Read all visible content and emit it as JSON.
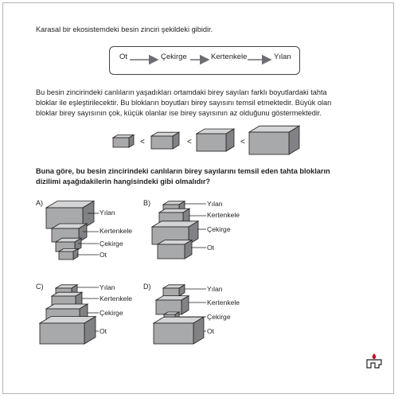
{
  "intro": "Karasal bir ekosistemdeki besin zinciri şekildeki gibidir.",
  "chain": [
    "Ot",
    "Çekirge",
    "Kertenkele",
    "Yılan"
  ],
  "paragraph": {
    "line1": "Bu besin zincirindeki canlıların yaşadıkları ortamdaki birey sayıları farklı boyutlardaki tahta",
    "line2": "bloklar ile eşleştirilecektir. Bu blokların boyutları birey sayısını temsil etmektedir. Büyük olan",
    "line3": "bloklar birey sayısının çok, küçük olanlar ise birey sayısının az olduğunu göstermektedir."
  },
  "comparison": [
    "<",
    "<",
    "<"
  ],
  "question": {
    "line1": "Buna göre, bu besin zincirindeki canlıların birey sayılarını temsil eden tahta blokların",
    "line2": "dizilimi aşağıdakilerin hangisindeki gibi olmalıdır?"
  },
  "options": [
    {
      "letter": "A)",
      "labels": [
        "Yılan",
        "Kertenkele",
        "Çekirge",
        "Ot"
      ]
    },
    {
      "letter": "B)",
      "labels": [
        "Yılan",
        "Kertenkele",
        "Çekirge",
        "Ot"
      ]
    },
    {
      "letter": "C)",
      "labels": [
        "Yılan",
        "Kertenkele",
        "Çekirge",
        "Ot"
      ]
    },
    {
      "letter": "D)",
      "labels": [
        "Yılan",
        "Kertenkele",
        "Çekirge",
        "Ot"
      ]
    }
  ],
  "colors": {
    "block_front": "#a7a9ab",
    "block_top": "#d3d4d5",
    "block_side": "#808285",
    "logo": "#c8102e"
  }
}
